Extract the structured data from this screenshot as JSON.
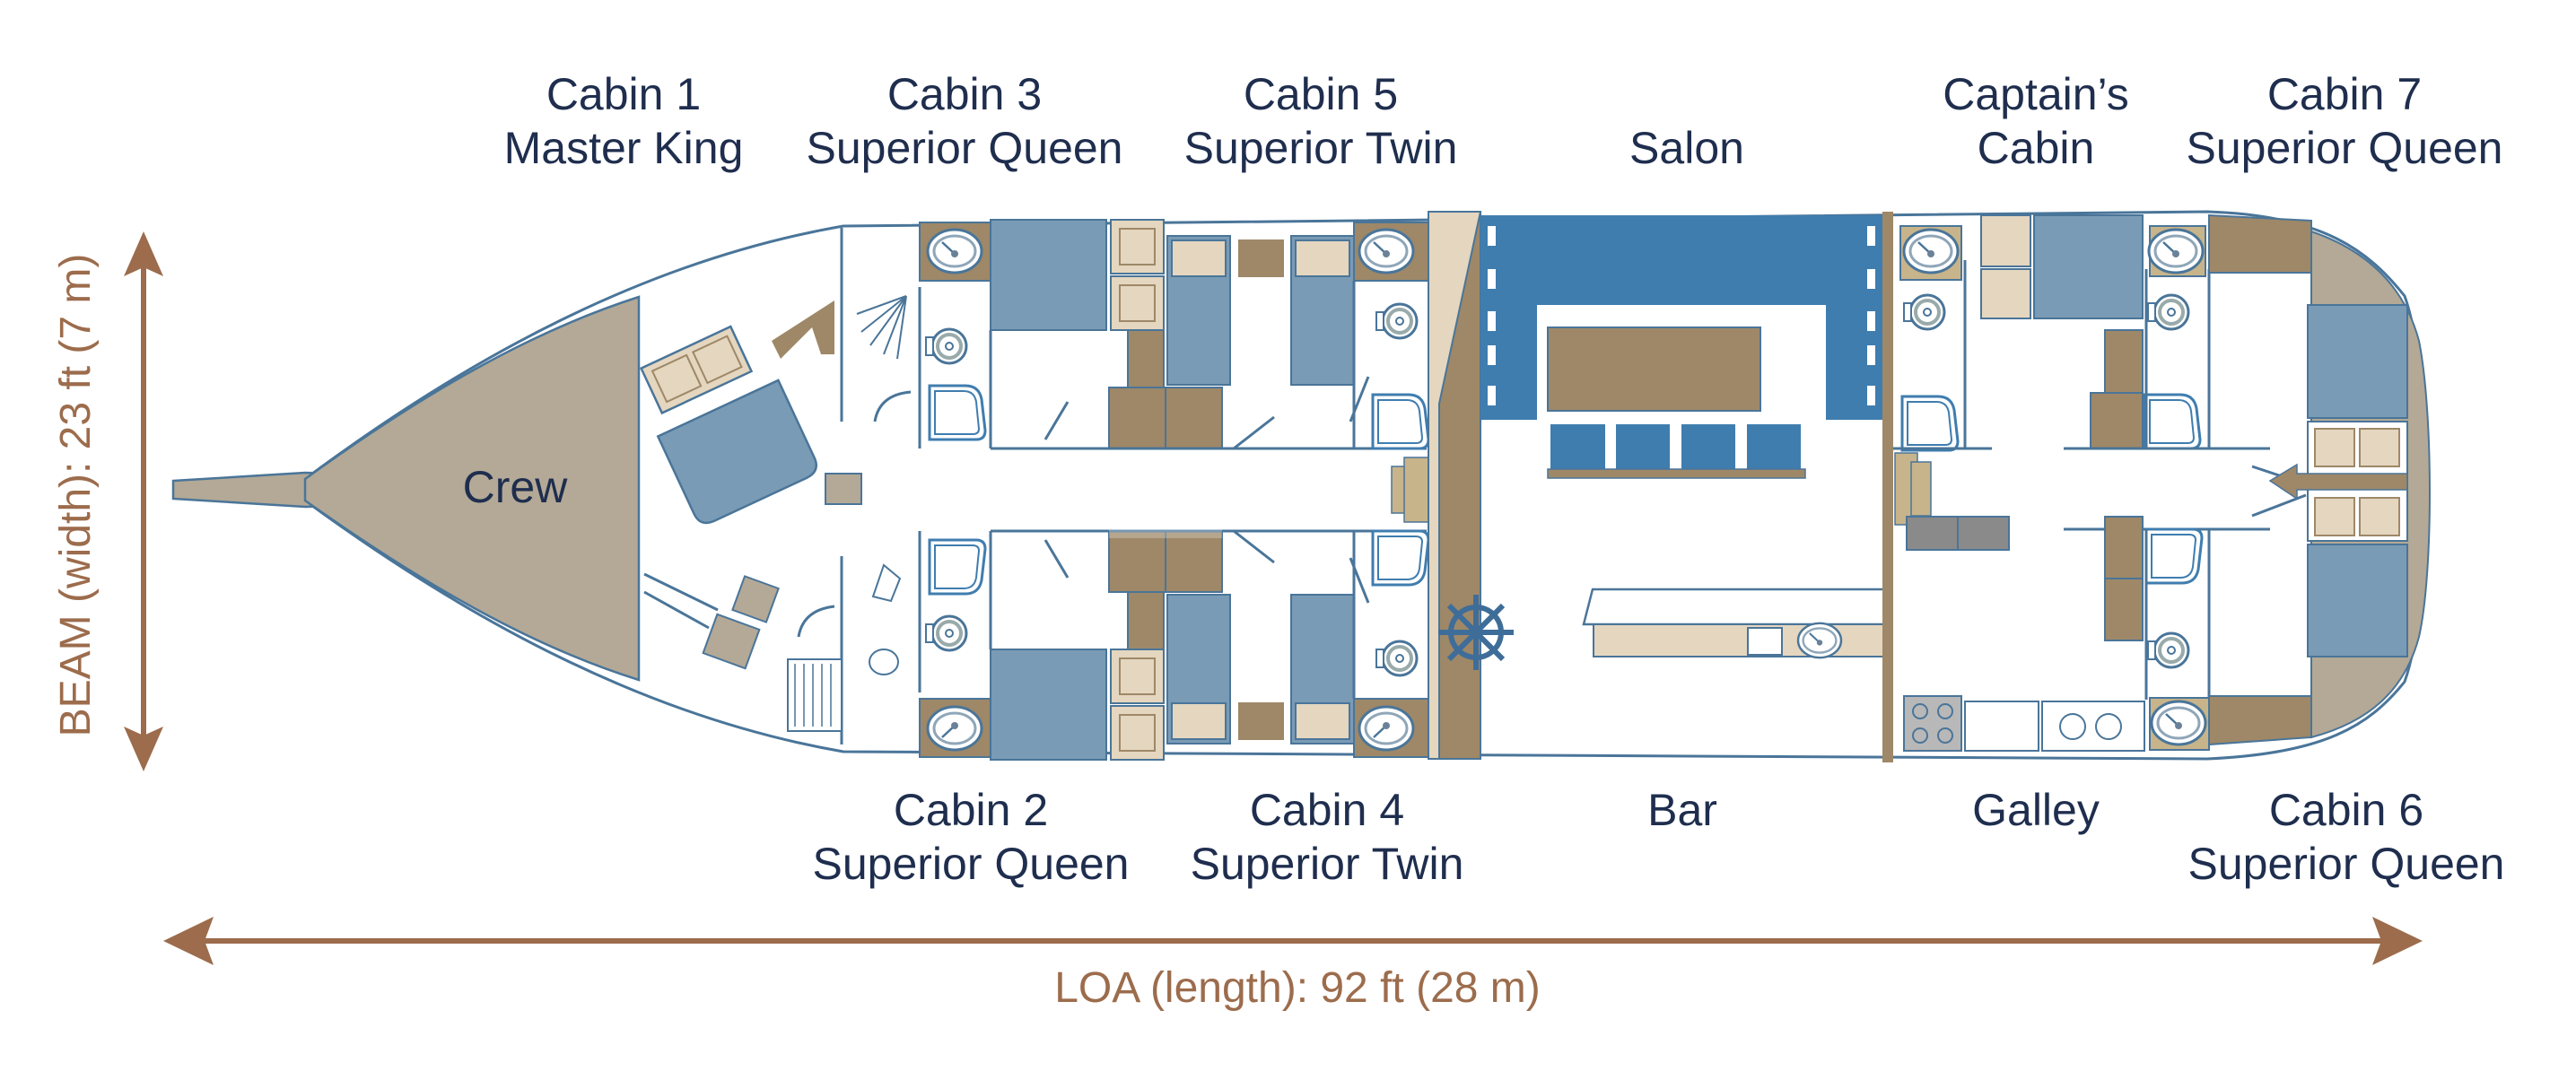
{
  "colors": {
    "label_text": "#1f2e4e",
    "dimension": "#9c6c4c",
    "hull_outline": "#4a7599",
    "crew_area": "#b3a996",
    "bed_blue": "#7a9bb5",
    "salon_blue": "#3f7daf",
    "furniture_brown": "#9e8868",
    "furniture_beige": "#e4d6bf"
  },
  "labels": {
    "cabin1": {
      "name": "Cabin 1",
      "type": "Master King"
    },
    "cabin3": {
      "name": "Cabin 3",
      "type": "Superior Queen"
    },
    "cabin5": {
      "name": "Cabin 5",
      "type": "Superior Twin"
    },
    "salon": "Salon",
    "captains": {
      "line1": "Captain’s",
      "line2": "Cabin"
    },
    "cabin7": {
      "name": "Cabin 7",
      "type": "Superior Queen"
    },
    "cabin2": {
      "name": "Cabin 2",
      "type": "Superior Queen"
    },
    "cabin4": {
      "name": "Cabin 4",
      "type": "Superior Twin"
    },
    "bar": "Bar",
    "galley": "Galley",
    "cabin6": {
      "name": "Cabin 6",
      "type": "Superior Queen"
    },
    "crew": "Crew"
  },
  "dimensions": {
    "beam": "BEAM (width): 23 ft (7 m)",
    "loa": "LOA (length): 92 ft (28 m)"
  },
  "icons": [
    "double-arrow-vertical-icon",
    "double-arrow-horizontal-icon",
    "helm-wheel-icon",
    "toilet-icon",
    "sink-icon",
    "shower-icon",
    "stove-icon",
    "entrance-arrow-icon"
  ]
}
